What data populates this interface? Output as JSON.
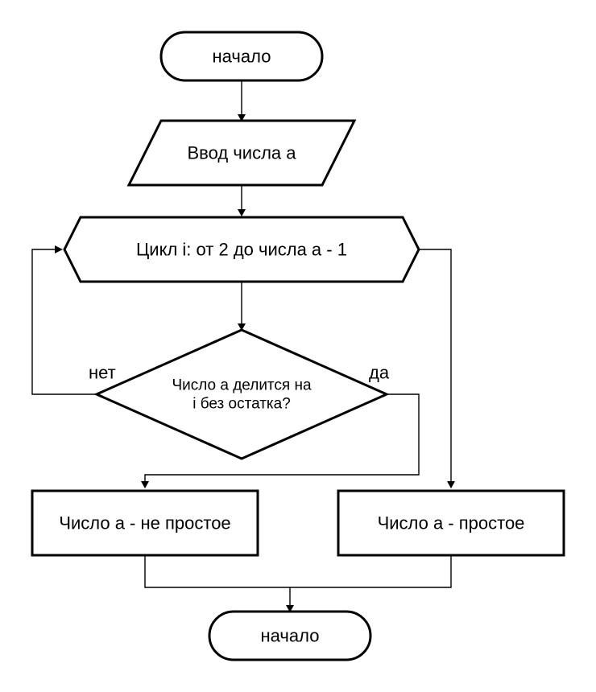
{
  "diagram": {
    "start_label": "начало",
    "input_label": "Ввод числа а",
    "loop_label": "Цикл i: от 2 до числа а - 1",
    "decision_line1": "Число а делится на",
    "decision_line2": "i без остатка?",
    "no_label": "нет",
    "yes_label": "да",
    "not_prime_label": "Число а - не простое",
    "prime_label": "Число а - простое",
    "end_label": "начало"
  }
}
